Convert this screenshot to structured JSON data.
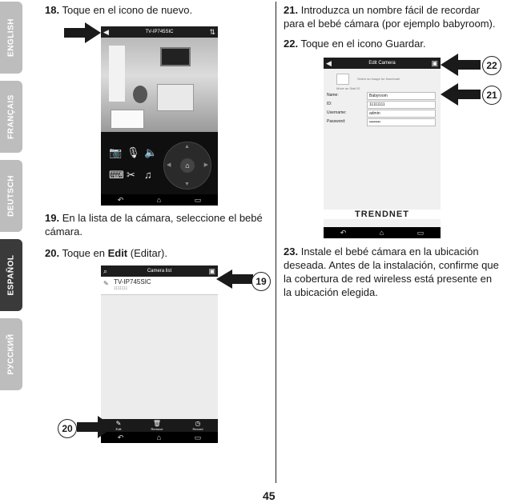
{
  "tabs": [
    "ENGLISH",
    "FRANÇAIS",
    "DEUTSCH",
    "ESPAÑOL",
    "РУССКИЙ"
  ],
  "active_tab": "ESPAÑOL",
  "steps": {
    "s18": {
      "num": "18.",
      "text": "Toque en el icono de nuevo."
    },
    "s19": {
      "num": "19.",
      "text": "En la lista de la cámara, seleccione el bebé cámara."
    },
    "s20": {
      "num": "20.",
      "pre": "Toque en ",
      "bold": "Edit",
      "post": " (Editar)."
    },
    "s21": {
      "num": "21.",
      "text": "Introduzca un nombre fácil de recordar para el bebé cámara (por ejemplo babyroom)."
    },
    "s22": {
      "num": "22.",
      "text": "Toque en el icono Guardar."
    },
    "s23": {
      "num": "23.",
      "text": "Instale el bebé cámara en la ubicación deseada. Antes de la instalación, confirme que la cobertura de red wireless está presente en la ubicación elegida."
    }
  },
  "callouts": {
    "c19": "19",
    "c20": "20",
    "c21": "21",
    "c22": "22"
  },
  "screen1": {
    "title": "TV-IP745SIC"
  },
  "screen2": {
    "title": "Camera list",
    "row_name": "TV-IP745SIC",
    "row_sub": "1111111",
    "tabbar": [
      "Edit",
      "Remove",
      "Record"
    ]
  },
  "screen3": {
    "title": "Edit Camera",
    "thumb_hint": "Select an image for thumbnail",
    "cam_hint": "Move an Stall ID",
    "fields": [
      {
        "label": "Name:",
        "value": "Babyroom"
      },
      {
        "label": "ID:",
        "value": "11111111"
      },
      {
        "label": "Username:",
        "value": "admin"
      },
      {
        "label": "Password:",
        "value": "••••••••"
      }
    ],
    "logo": "TRENDNET"
  },
  "page_number": "45",
  "colors": {
    "tab_inactive": "#bdbdbd",
    "tab_active": "#3a3a3a",
    "arrow": "#1a1a1a"
  }
}
